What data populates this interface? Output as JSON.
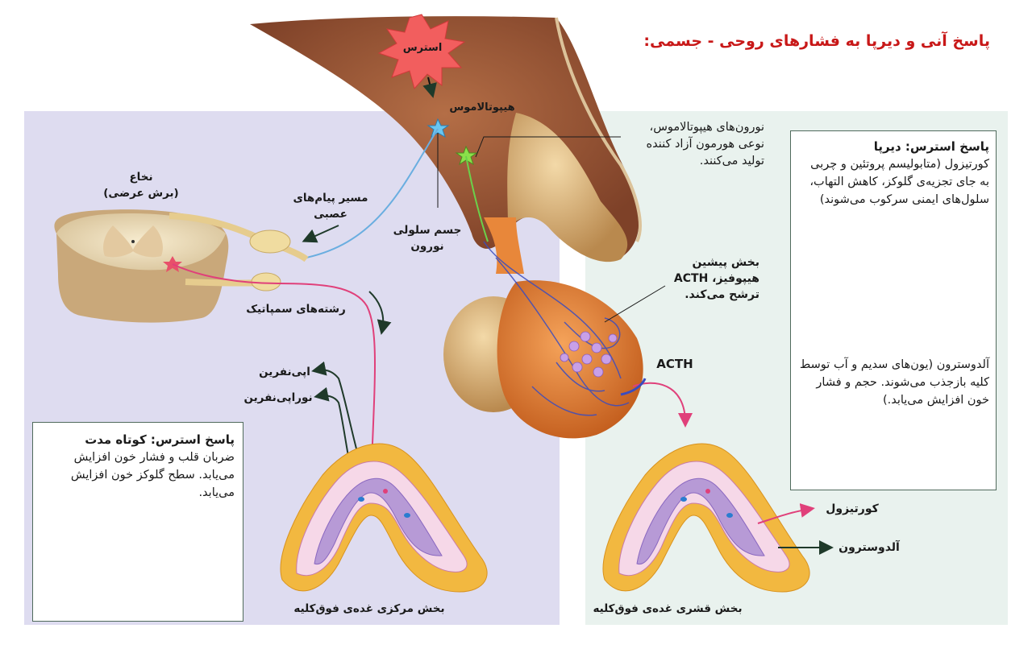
{
  "title": "پاسخ آنی و دیرپا به فشارهای روحی - جسمی:",
  "labels": {
    "stress": "استرس",
    "hypothalamus": "هیپوتالاموس",
    "hypothalamic_neurons": "نورون‌های هیپوتالاموس،\nنوعی هورمون آزاد کننده\nتولید می‌کنند.",
    "spinal_cord": "نخاع\n(برش عرضی)",
    "nerve_path": "مسیر پیام‌های\nعصبی",
    "cell_body": "جسم سلولی\nنورون",
    "sympathetic_fibers": "رشته‌های سمپاتیک",
    "anterior_pituitary": "بخش پیشین\nهیپوفیز، ACTH\nترشح می‌کند.",
    "acth": "ACTH",
    "epinephrine": "اپی‌نفرین",
    "norepinephrine": "نوراپی‌نفرین",
    "adrenal_medulla": "بخش مرکزی غده‌ی فوق‌کلیه",
    "adrenal_cortex": "بخش قشری غده‌ی فوق‌کلیه",
    "cortisol": "کورتیزول",
    "aldosterone": "آلدوسترون"
  },
  "boxes": {
    "short_term_title": "پاسخ استرس: کوتاه مدت",
    "short_term_body": "ضربان قلب و فشار خون افزایش می‌یابد. سطح گلوکز خون افزایش می‌یابد.",
    "long_term_title": "پاسخ استرس: دیرپا",
    "long_term_body": "کورتیزول (متابولیسم پروتئین و چربی به جای تجزیه‌ی گلوکز، کاهش التهاب، سلول‌های ایمنی سرکوب می‌شوند)",
    "aldosterone_body": "آلدوسترون (یون‌های سدیم و آب توسط کلیه بازجذب می‌شوند. حجم و فشار خون افزایش می‌یابد.)"
  },
  "colors": {
    "title": "#c81818",
    "left_panel": "#dedcf0",
    "right_panel": "#e9f2ee",
    "brain": "#9a5a3a",
    "pituitary": "#e8873a",
    "adrenal_cortex": "#f2b840",
    "adrenal_inner": "#b79ad6",
    "nerve_blue": "#6aaee0",
    "nerve_pink": "#e0407a",
    "arrow_dark": "#1f3a2a"
  }
}
